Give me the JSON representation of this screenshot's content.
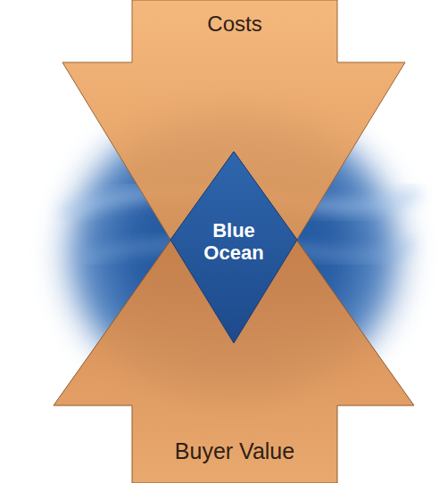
{
  "diagram": {
    "nodes": [
      {
        "text": [
          "Costs"
        ]
      },
      {
        "text": [
          "Buyer Value"
        ]
      },
      {
        "text": [
          "Blue Ocean"
        ]
      }
    ]
  }
}
